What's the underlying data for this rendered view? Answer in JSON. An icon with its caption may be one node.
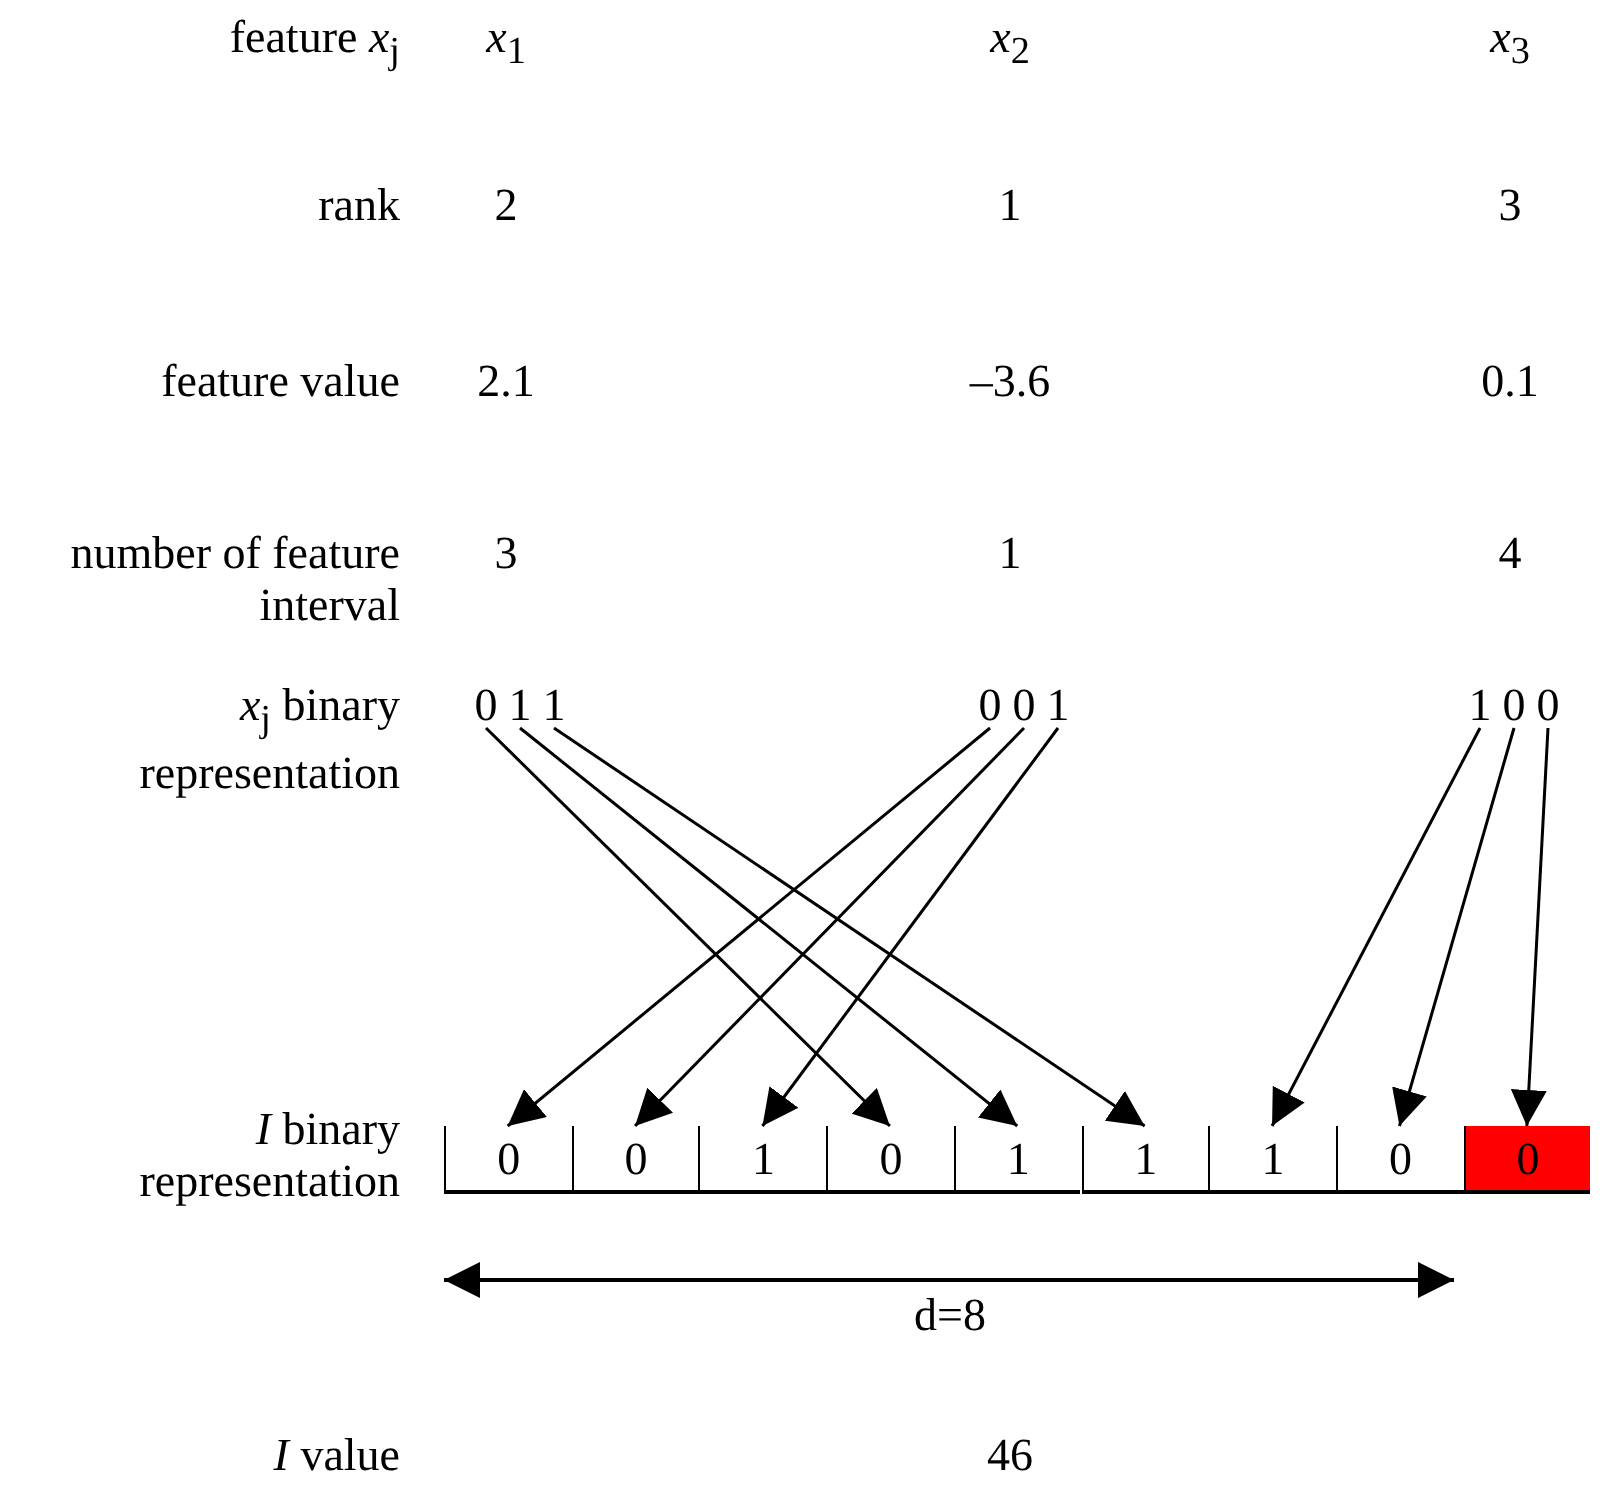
{
  "diagram": {
    "nodes": [
      {
        "text": [
          "0"
        ]
      },
      {
        "text": [
          "1"
        ]
      },
      {
        "text": [
          "1"
        ]
      },
      {
        "text": [
          "0"
        ]
      },
      {
        "text": [
          "0"
        ]
      },
      {
        "text": [
          "1"
        ]
      },
      {
        "text": [
          "1"
        ]
      },
      {
        "text": [
          "0"
        ]
      },
      {
        "text": [
          "0"
        ]
      },
      {
        "text": [
          "0"
        ]
      },
      {
        "text": [
          "0"
        ]
      },
      {
        "text": [
          "1"
        ]
      },
      {
        "text": [
          "0"
        ]
      },
      {
        "text": [
          "1"
        ]
      },
      {
        "text": [
          "1"
        ]
      },
      {
        "text": [
          "1"
        ]
      },
      {
        "text": [
          "0"
        ]
      },
      {
        "text": [
          "0"
        ]
      }
    ],
    "edges": [
      {
        "from": 0,
        "to": 12,
        "arrow": "to"
      },
      {
        "from": 1,
        "to": 13,
        "arrow": "to"
      },
      {
        "from": 2,
        "to": 14,
        "arrow": "to"
      },
      {
        "from": 3,
        "to": 9,
        "arrow": "to"
      },
      {
        "from": 4,
        "to": 10,
        "arrow": "to"
      },
      {
        "from": 5,
        "to": 11,
        "arrow": "to"
      },
      {
        "from": 6,
        "to": 15,
        "arrow": "to"
      },
      {
        "from": 7,
        "to": 16,
        "arrow": "to"
      },
      {
        "from": 8,
        "to": 17,
        "arrow": "to"
      }
    ],
    "labels": [
      "feature *x*$_{j}$",
      "*x*$_{1}$",
      "*x*$_{2}$",
      "*x*$_{3}$",
      "rank",
      "2",
      "1",
      "3",
      "feature value",
      "2.1",
      "–3.6",
      "0.1",
      "number of feature interval",
      "3",
      "1",
      "4",
      "*x*$_{j}$ binary representation",
      "*I* binary representation",
      "d=8",
      "*I* value",
      "46"
    ]
  }
}
